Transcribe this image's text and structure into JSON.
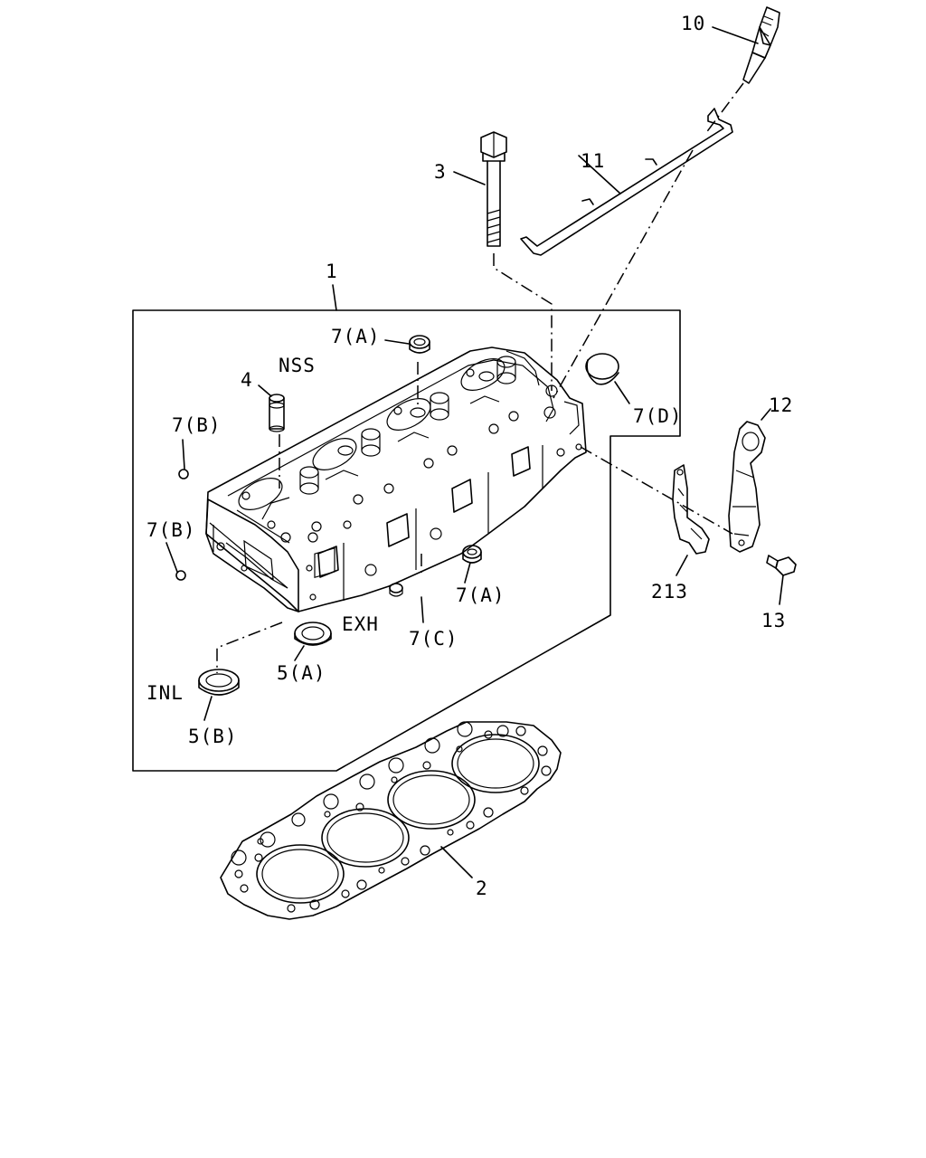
{
  "callouts": {
    "c1": "1",
    "c2": "2",
    "c3": "3",
    "c4": "4",
    "c5a": "5(A)",
    "c5b": "5(B)",
    "c7a_top": "7(A)",
    "c7a_bottom": "7(A)",
    "c7b_top": "7(B)",
    "c7b_bottom": "7(B)",
    "c7c": "7(C)",
    "c7d": "7(D)",
    "c10": "10",
    "c11": "11",
    "c12": "12",
    "c13": "13",
    "c213": "213",
    "nss": "NSS",
    "exh": "EXH",
    "inl": "INL"
  },
  "parts": [
    {
      "ref": "1",
      "name": "cylinder-head"
    },
    {
      "ref": "2",
      "name": "head-gasket"
    },
    {
      "ref": "3",
      "name": "head-bolt"
    },
    {
      "ref": "4",
      "name": "valve-guide"
    },
    {
      "ref": "5(A)",
      "name": "valve-seat-exhaust"
    },
    {
      "ref": "5(B)",
      "name": "valve-seat-intake"
    },
    {
      "ref": "7(A)",
      "name": "plug"
    },
    {
      "ref": "7(B)",
      "name": "plug"
    },
    {
      "ref": "7(C)",
      "name": "plug"
    },
    {
      "ref": "7(D)",
      "name": "plug"
    },
    {
      "ref": "10",
      "name": "glow-plug"
    },
    {
      "ref": "11",
      "name": "connector-plate"
    },
    {
      "ref": "12",
      "name": "bracket"
    },
    {
      "ref": "13",
      "name": "bolt"
    },
    {
      "ref": "213",
      "name": "bracket"
    }
  ]
}
